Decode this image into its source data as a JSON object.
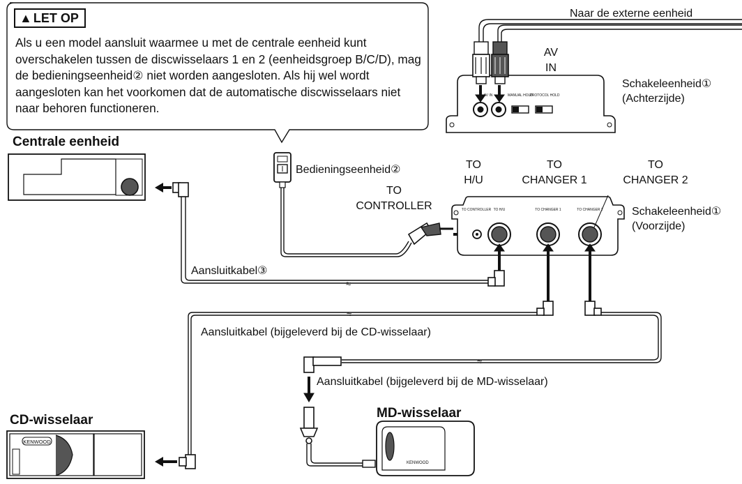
{
  "warning": {
    "icon": "warning-triangle-icon",
    "heading": "LET OP",
    "body": "Als u een model aansluit waarmee u met de centrale eenheid kunt overschakelen tussen de discwisselaars 1 en 2 (eenheidsgroep B/C/D), mag de bedieningseenheid② niet worden aangesloten. Als hij wel wordt aangesloten kan het voorkomen dat de automatische discwisselaars niet naar behoren functioneren."
  },
  "labels": {
    "external_unit": "Naar de externe eenheid",
    "av_in_1": "AV",
    "av_in_2": "IN",
    "switch_rear_1": "Schakeleenheid①",
    "switch_rear_2": "(Achterzijde)",
    "central_unit": "Centrale eenheid",
    "controller": "Bedieningseenheid②",
    "to_hu_1": "TO",
    "to_hu_2": "H/U",
    "to_changer1_1": "TO",
    "to_changer1_2": "CHANGER 1",
    "to_changer2_1": "TO",
    "to_changer2_2": "CHANGER 2",
    "to_controller_1": "TO",
    "to_controller_2": "CONTROLLER",
    "switch_front_1": "Schakeleenheid①",
    "switch_front_2": "(Voorzijde)",
    "cable3": "Aansluitkabel③",
    "cable_cd": "Aansluitkabel (bijgeleverd bij de CD-wisselaar)",
    "cable_md": "Aansluitkabel (bijgeleverd bij de MD-wisselaar)",
    "cd_changer": "CD-wisselaar",
    "md_changer": "MD-wisselaar"
  },
  "unit_markings": {
    "rear_panel": [
      "AV IN",
      "MANUAL HOLD",
      "PROTOCOL HOLD"
    ],
    "front_panel": [
      "TO CONTROLLER",
      "TO H/U",
      "TO CHANGER 1",
      "TO CHANGER 2"
    ],
    "brand": "KENWOOD"
  }
}
